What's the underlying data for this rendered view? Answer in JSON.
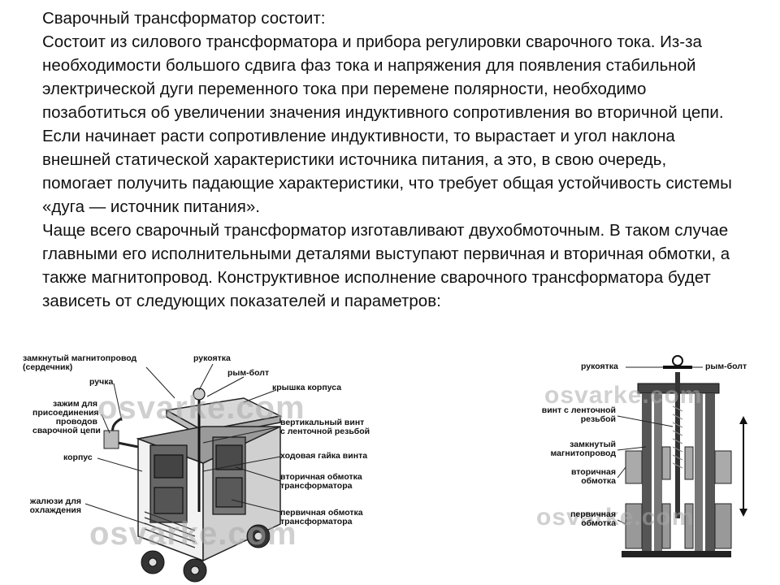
{
  "text": {
    "heading": "Сварочный трансформатор состоит:",
    "paragraph1": "Состоит из силового трансформатора и прибора регулировки сварочного тока. Из-за необходимости большого сдвига фаз тока и напряжения для появления стабильной электрической дуги переменного тока при перемене полярности, необходимо позаботиться об увеличении значения индуктивного сопротивления во вторичной цепи. Если начинает расти сопротивление индуктивности, то вырастает и угол наклона внешней статической характеристики источника питания, а это, в свою очередь, помогает получить падающие характеристики, что требует общая устойчивость системы «дуга — источник питания».",
    "paragraph2": "Чаще всего сварочный трансформатор изготавливают двухобмоточным. В таком случае главными его исполнительными деталями выступают первичная и вторичная обмотки, а также магнитопровод. Конструктивное исполнение сварочного трансформатора будет зависеть от следующих показателей и параметров:"
  },
  "left_figure": {
    "watermark": "osvarke.com",
    "labels": {
      "closed_core": "замкнутый магнитопровод\n(сердечник)",
      "handle_top": "рукоятка",
      "eye_bolt": "рым-болт",
      "case_cover": "крышка корпуса",
      "handle": "ручка",
      "clamp": "зажим для\nприсоединения\nпроводов\nсварочной цепи",
      "vertical_screw": "вертикальный винт\nс ленточной резьбой",
      "case": "корпус",
      "lead_nut": "ходовая гайка винта",
      "secondary": "вторичная обмотка\nтрансформатора",
      "louvers": "жалюзи для\nохлаждения",
      "primary": "первичная обмотка\nтрансформатора"
    }
  },
  "right_figure": {
    "watermark": "osvarke.com",
    "labels": {
      "handle": "рукоятка",
      "eye_bolt": "рым-болт",
      "screw": "винт с ленточной\nрезьбой",
      "core": "замкнутый\nмагнитопровод",
      "secondary": "вторичная\nобмотка",
      "primary": "первичная\nобмотка"
    }
  },
  "colors": {
    "text": "#111111",
    "drawing": "#333333",
    "watermark": "#aaaaaa"
  }
}
